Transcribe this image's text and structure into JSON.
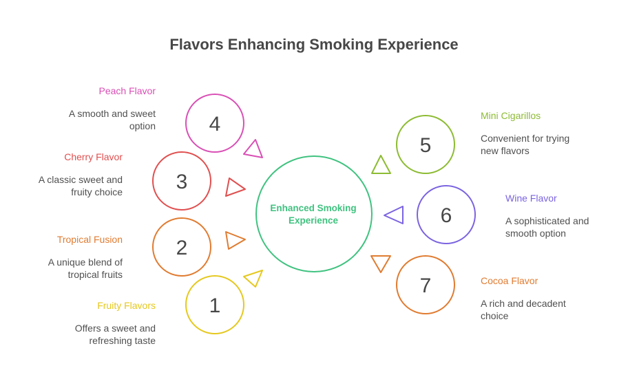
{
  "title": "Flavors Enhancing Smoking Experience",
  "center": {
    "label": "Enhanced Smoking Experience",
    "color": "#3fc27f"
  },
  "items": [
    {
      "number": "1",
      "title": "Fruity Flavors",
      "description": "Offers a sweet and refreshing taste",
      "color": "#e5c81e"
    },
    {
      "number": "2",
      "title": "Tropical Fusion",
      "description": "A unique blend of tropical fruits",
      "color": "#e07b30"
    },
    {
      "number": "3",
      "title": "Cherry Flavor",
      "description": "A classic sweet and fruity choice",
      "color": "#e04f4f"
    },
    {
      "number": "4",
      "title": "Peach Flavor",
      "description": "A smooth and sweet option",
      "color": "#d94fb5"
    },
    {
      "number": "5",
      "title": "Mini Cigarillos",
      "description": "Convenient for trying new flavors",
      "color": "#8cbb32"
    },
    {
      "number": "6",
      "title": "Wine Flavor",
      "description": "A sophisticated and smooth option",
      "color": "#7b63e0"
    },
    {
      "number": "7",
      "title": "Cocoa Flavor",
      "description": "A rich and decadent choice",
      "color": "#e07b30"
    }
  ]
}
